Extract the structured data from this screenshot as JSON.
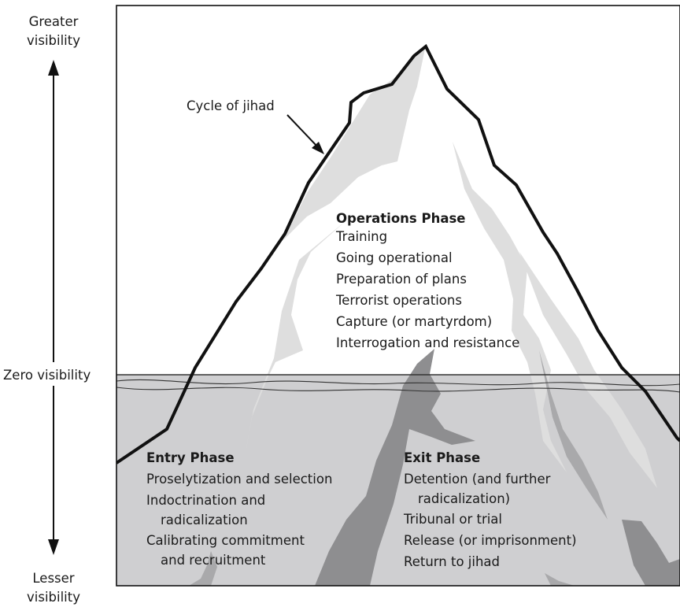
{
  "visibility_axis": {
    "top_label_lines": [
      "Greater",
      "visibility"
    ],
    "middle_label": "Zero visibility",
    "bottom_label_lines": [
      "Lesser",
      "visibility"
    ]
  },
  "callout": {
    "label": "Cycle of jihad"
  },
  "phases": {
    "operations": {
      "title": "Operations Phase",
      "lines": [
        "Training",
        "Going operational",
        "Preparation of plans",
        "Terrorist operations",
        "Capture (or martyrdom)",
        "Interrogation and resistance"
      ]
    },
    "entry": {
      "title": "Entry Phase",
      "lines": [
        "Proselytization and selection",
        "Indoctrination and",
        "radicalization",
        "Calibrating commitment",
        "and recruitment"
      ]
    },
    "exit": {
      "title": "Exit Phase",
      "lines": [
        "Detention (and further",
        "radicalization)",
        "Tribunal or trial",
        "Release (or imprisonment)",
        "Return to jihad"
      ]
    }
  },
  "colors": {
    "water": "#cfcfd1",
    "light_shade": "#dedede",
    "dark_shade": "#8e8e90",
    "mid_shade": "#a9a9ab",
    "outline": "#111111"
  }
}
